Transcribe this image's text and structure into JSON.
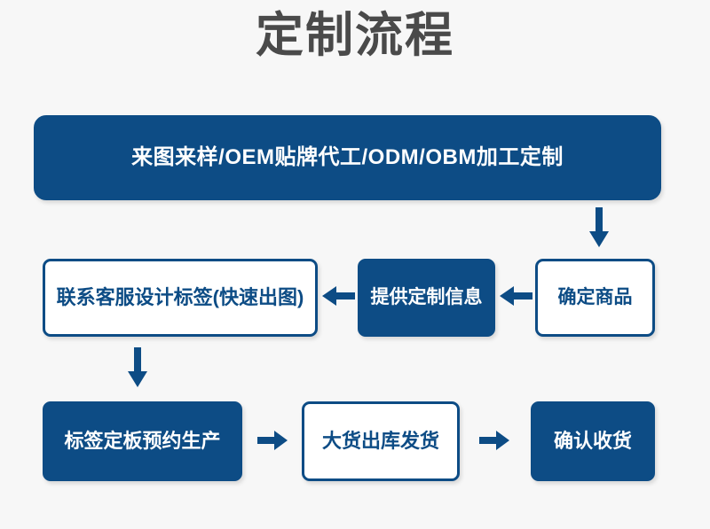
{
  "page": {
    "title": "定制流程",
    "background_color": "#f7f7f7",
    "title_color": "#4a4a4a",
    "accent_color": "#0d4c85"
  },
  "flow": {
    "banner": {
      "label": "来图来样/OEM贴牌代工/ODM/OBM加工定制",
      "style": "filled"
    },
    "row2": [
      {
        "label": "联系客服设计标签(快速出图)",
        "style": "outlined"
      },
      {
        "label": "提供定制信息",
        "style": "filled"
      },
      {
        "label": "确定商品",
        "style": "outlined"
      }
    ],
    "row3": [
      {
        "label": "标签定板预约生产",
        "style": "filled"
      },
      {
        "label": "大货出库发货",
        "style": "outlined"
      },
      {
        "label": "确认收货",
        "style": "filled"
      }
    ],
    "connectors": [
      {
        "name": "banner-to-confirm-product",
        "direction": "down"
      },
      {
        "name": "confirm-product-to-provide-info",
        "direction": "left"
      },
      {
        "name": "provide-info-to-contact-service",
        "direction": "left"
      },
      {
        "name": "contact-service-to-label-production",
        "direction": "down"
      },
      {
        "name": "label-production-to-shipping",
        "direction": "right"
      },
      {
        "name": "shipping-to-confirm-receipt",
        "direction": "right"
      }
    ]
  }
}
